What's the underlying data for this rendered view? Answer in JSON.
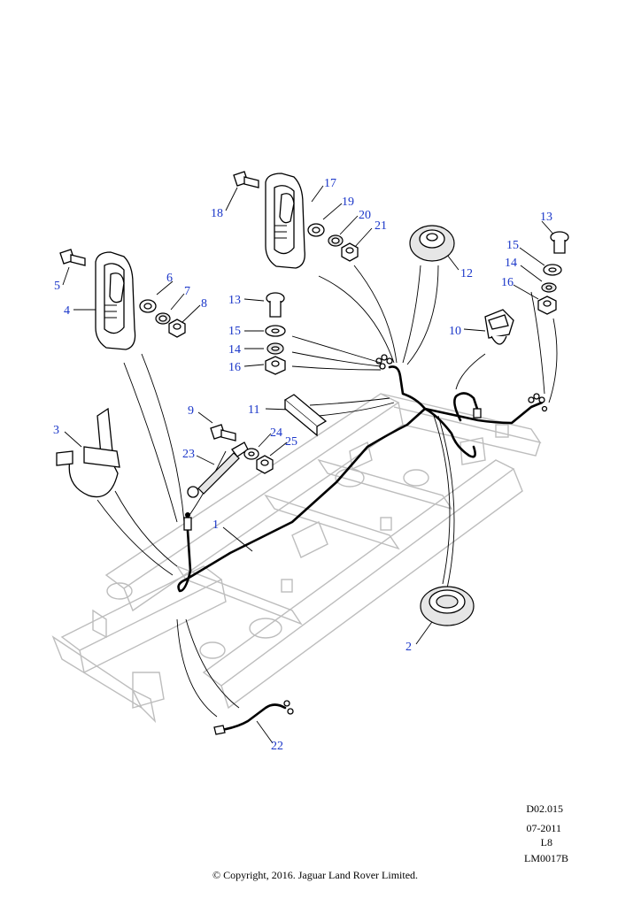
{
  "callouts": {
    "c1": "1",
    "c2": "2",
    "c3": "3",
    "c4": "4",
    "c5": "5",
    "c6": "6",
    "c7": "7",
    "c8": "8",
    "c9": "9",
    "c10": "10",
    "c11": "11",
    "c12": "12",
    "c13a": "13",
    "c13b": "13",
    "c14a": "14",
    "c14b": "14",
    "c15a": "15",
    "c15b": "15",
    "c16a": "16",
    "c16b": "16",
    "c17": "17",
    "c18": "18",
    "c19": "19",
    "c20": "20",
    "c21": "21",
    "c22": "22",
    "c23": "23",
    "c24": "24",
    "c25": "25"
  },
  "footer": {
    "code": "D02.015",
    "date": "07-2011",
    "level": "L8",
    "reference": "LM0017B",
    "copyright": "© Copyright, 2016. Jaguar Land Rover Limited."
  },
  "colors": {
    "callout": "#1a36c9",
    "frame": "#bdbdbd",
    "line": "#000000"
  }
}
